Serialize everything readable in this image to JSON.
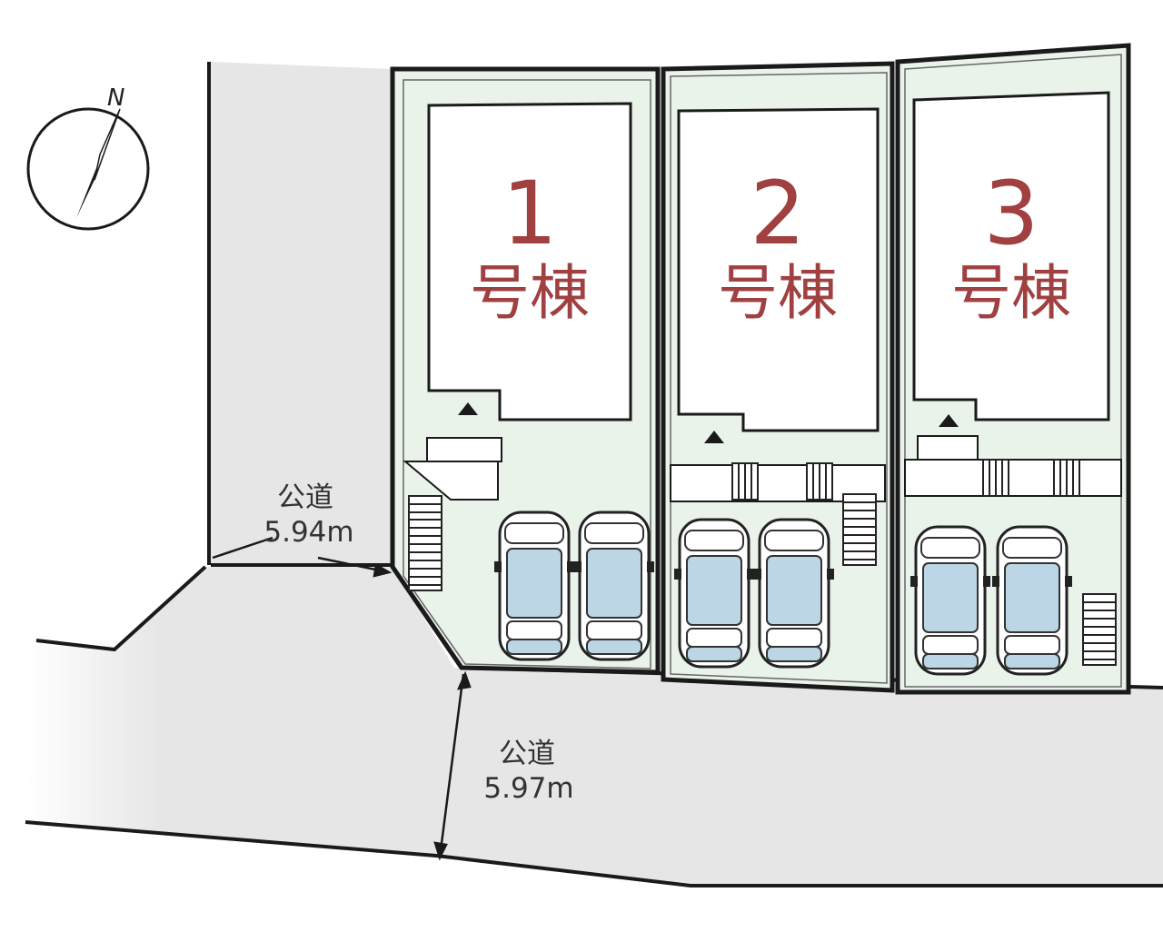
{
  "compass": {
    "north_label": "N"
  },
  "roads": [
    {
      "label": "公道",
      "width": "5.94m"
    },
    {
      "label": "公道",
      "width": "5.97m"
    }
  ],
  "lots": [
    {
      "number": "1",
      "suffix": "号棟"
    },
    {
      "number": "2",
      "suffix": "号棟"
    },
    {
      "number": "3",
      "suffix": "号棟"
    }
  ],
  "colors": {
    "lot_fill": "#e9f3ea",
    "road_fill": "#e6e6e6",
    "lot_label": "#a04040",
    "car_window": "#bcd6e6",
    "line": "#1a1a1a"
  }
}
